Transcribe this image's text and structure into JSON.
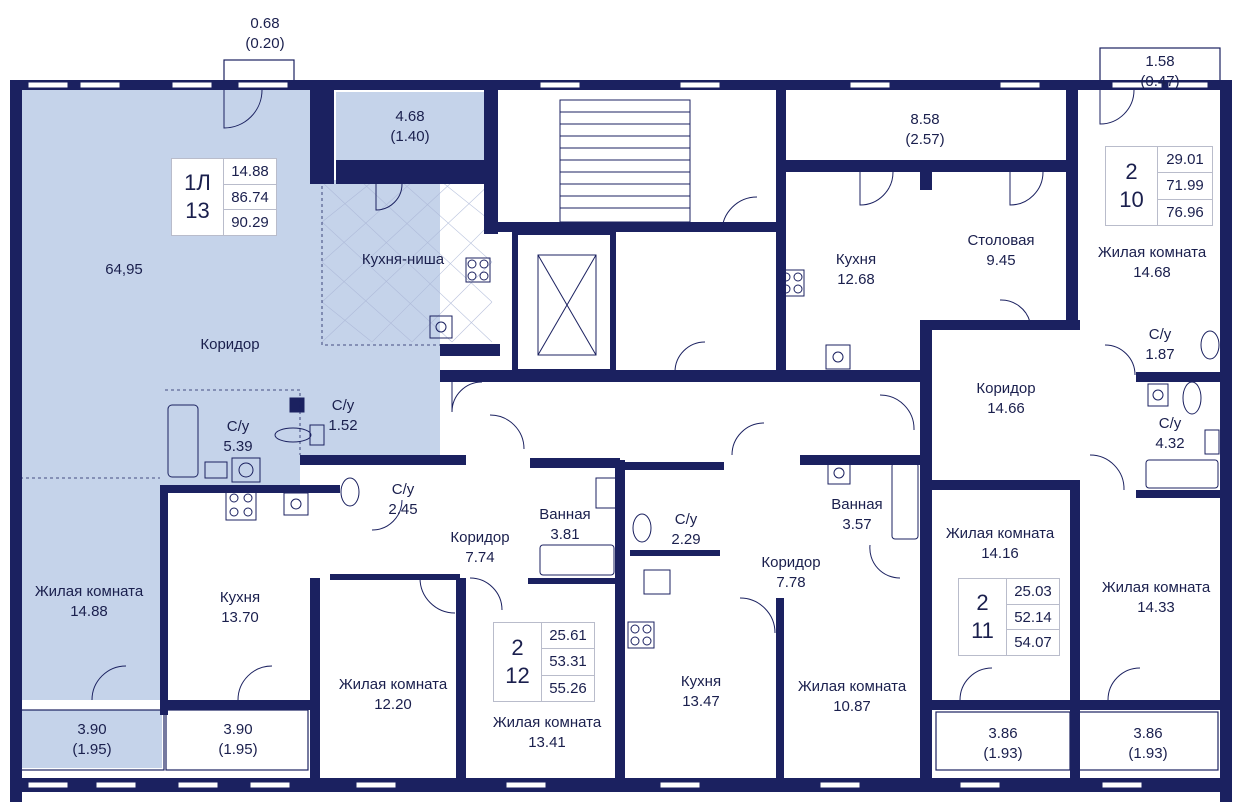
{
  "colors": {
    "wall": "#1b2160",
    "highlight": "#c5d3ea",
    "line": "#b9bccb",
    "text": "#1a1f4d"
  },
  "balconies": {
    "top_small": {
      "area": "0.68",
      "reduced": "(0.20)"
    },
    "top_left": {
      "area": "4.68",
      "reduced": "(1.40)"
    },
    "top_mid": {
      "area": "8.58",
      "reduced": "(2.57)"
    },
    "top_right": {
      "area": "1.58",
      "reduced": "(0.47)"
    },
    "bottom_1": {
      "area": "3.90",
      "reduced": "(1.95)"
    },
    "bottom_2": {
      "area": "3.90",
      "reduced": "(1.95)"
    },
    "bottom_3": {
      "area": "3.86",
      "reduced": "(1.93)"
    },
    "bottom_4": {
      "area": "3.86",
      "reduced": "(1.93)"
    }
  },
  "rooms": {
    "living_big": {
      "name": "",
      "area": "64,95"
    },
    "kitchen_niche": {
      "name": "Кухня-ниша",
      "area": ""
    },
    "corridor_13": {
      "name": "Коридор",
      "area": ""
    },
    "bath_13a": {
      "name": "С/у",
      "area": "5.39"
    },
    "bath_13b": {
      "name": "С/у",
      "area": "1.52"
    },
    "living_13": {
      "name": "Жилая комната",
      "area": "14.88"
    },
    "kitchen_12": {
      "name": "Кухня",
      "area": "13.70"
    },
    "wc_12": {
      "name": "С/у",
      "area": "2.45"
    },
    "corridor_12": {
      "name": "Коридор",
      "area": "7.74"
    },
    "bath_12": {
      "name": "Ванная",
      "area": "3.81"
    },
    "living_12a": {
      "name": "Жилая комната",
      "area": "12.20"
    },
    "living_12b": {
      "name": "Жилая комната",
      "area": "13.41"
    },
    "wc_11": {
      "name": "С/у",
      "area": "2.29"
    },
    "kitchen_11": {
      "name": "Кухня",
      "area": "13.47"
    },
    "corridor_11": {
      "name": "Коридор",
      "area": "7.78"
    },
    "bath_11": {
      "name": "Ванная",
      "area": "3.57"
    },
    "living_11a": {
      "name": "Жилая комната",
      "area": "10.87"
    },
    "living_11b": {
      "name": "Жилая комната",
      "area": "14.16"
    },
    "kitchen_10": {
      "name": "Кухня",
      "area": "12.68"
    },
    "dining_10": {
      "name": "Столовая",
      "area": "9.45"
    },
    "living_10a": {
      "name": "Жилая комната",
      "area": "14.68"
    },
    "wc_10a": {
      "name": "С/у",
      "area": "1.87"
    },
    "corridor_10": {
      "name": "Коридор",
      "area": "14.66"
    },
    "wc_10b": {
      "name": "С/у",
      "area": "4.32"
    },
    "living_10b": {
      "name": "Жилая комната",
      "area": "14.33"
    }
  },
  "cards": {
    "apt13": {
      "rooms": "1Л",
      "number": "13",
      "living": "14.88",
      "total": "86.74",
      "total_with_balcony": "90.29"
    },
    "apt10": {
      "rooms": "2",
      "number": "10",
      "living": "29.01",
      "total": "71.99",
      "total_with_balcony": "76.96"
    },
    "apt12": {
      "rooms": "2",
      "number": "12",
      "living": "25.61",
      "total": "53.31",
      "total_with_balcony": "55.26"
    },
    "apt11": {
      "rooms": "2",
      "number": "11",
      "living": "25.03",
      "total": "52.14",
      "total_with_balcony": "54.07"
    }
  }
}
